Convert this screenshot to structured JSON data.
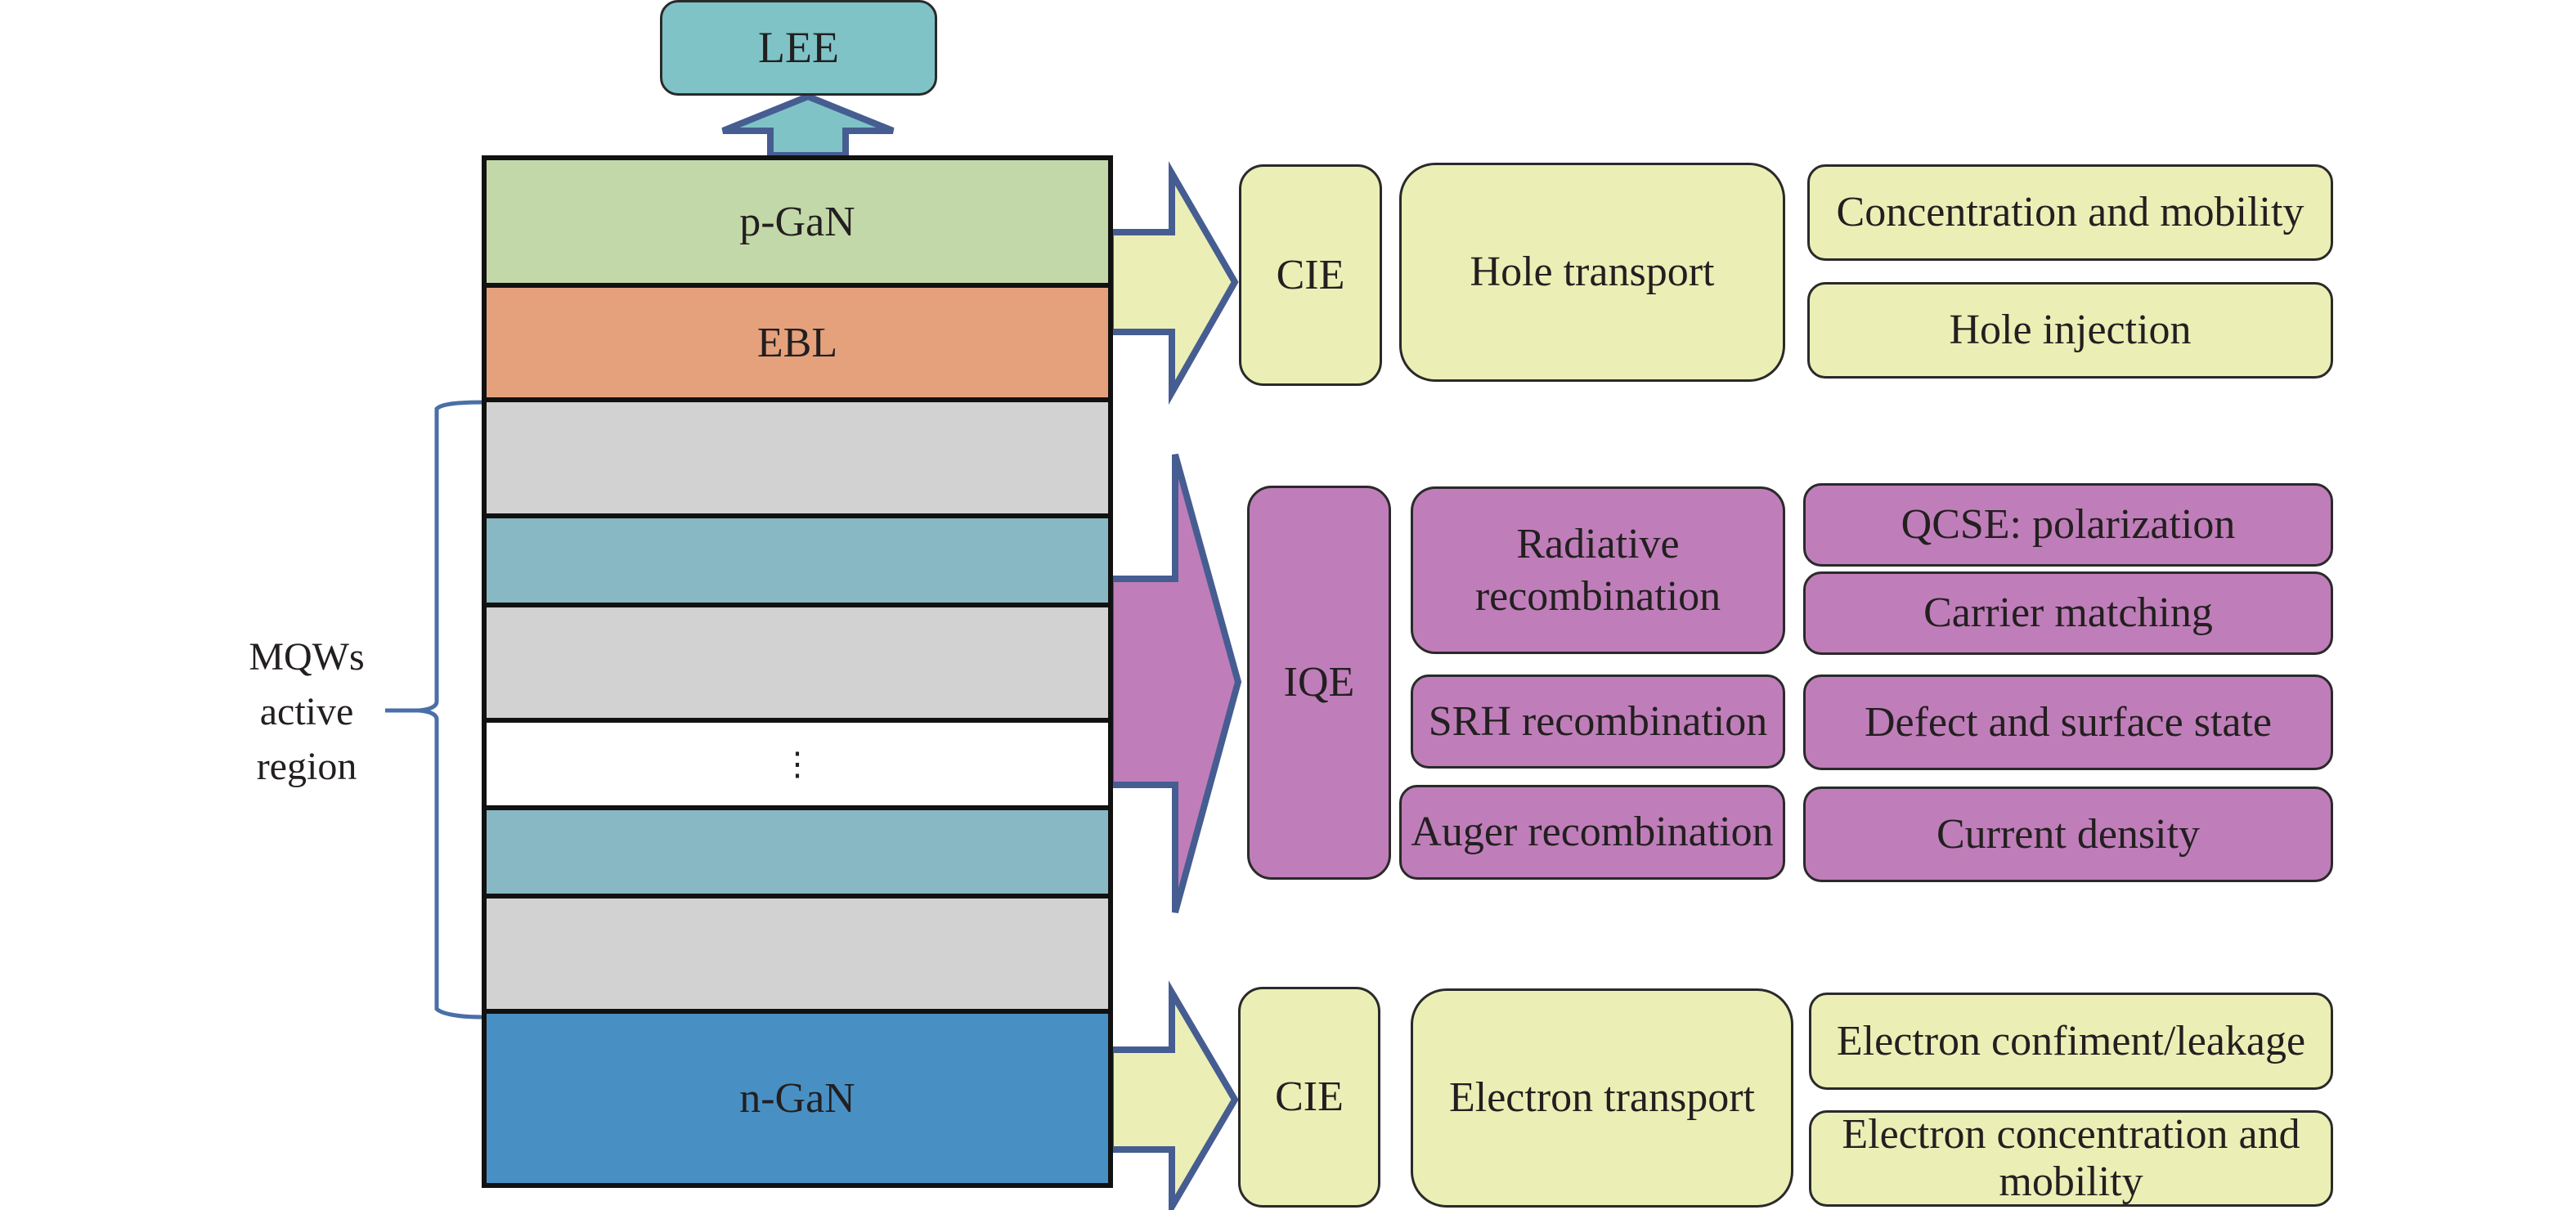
{
  "top_output": {
    "label": "LEE",
    "color": "#7fc3c7"
  },
  "layers": [
    {
      "id": "p-gan",
      "label": "p-GaN",
      "color": "#c3d8a8"
    },
    {
      "id": "ebl",
      "label": "EBL",
      "color": "#e5a17c"
    },
    {
      "id": "barrier-1",
      "label": "",
      "color": "#d2d2d2"
    },
    {
      "id": "well-1",
      "label": "",
      "color": "#87b8c3"
    },
    {
      "id": "barrier-2",
      "label": "",
      "color": "#d2d2d2"
    },
    {
      "id": "ellipsis",
      "label": "⋮",
      "color": "#ffffff"
    },
    {
      "id": "well-2",
      "label": "",
      "color": "#87b8c3"
    },
    {
      "id": "barrier-3",
      "label": "",
      "color": "#d2d2d2"
    },
    {
      "id": "n-gan",
      "label": "n-GaN",
      "color": "#4890c4"
    }
  ],
  "mqw_region": {
    "label_lines": [
      "MQWs",
      "active",
      "region"
    ],
    "brace_color": "#4a6fa8"
  },
  "arrow_outline_color": "#465d91",
  "groups": [
    {
      "id": "hole",
      "color": "#ebefb5",
      "efficiency": "CIE",
      "mechanism": "Hole transport",
      "factors": [
        "Concentration and mobility",
        "Hole injection"
      ]
    },
    {
      "id": "iqe",
      "color": "#bf7eb9",
      "efficiency": "IQE",
      "mechanisms": [
        {
          "label": "Radiative recombination",
          "factors": [
            "QCSE: polarization",
            "Carrier matching"
          ]
        },
        {
          "label": "SRH recombination",
          "factors": [
            "Defect and surface state"
          ]
        },
        {
          "label": "Auger recombination",
          "factors": [
            "Current density"
          ]
        }
      ]
    },
    {
      "id": "electron",
      "color": "#ebefb5",
      "efficiency": "CIE",
      "mechanism": "Electron transport",
      "factors": [
        "Electron confiment/leakage",
        "Electron concentration and mobility"
      ]
    }
  ]
}
